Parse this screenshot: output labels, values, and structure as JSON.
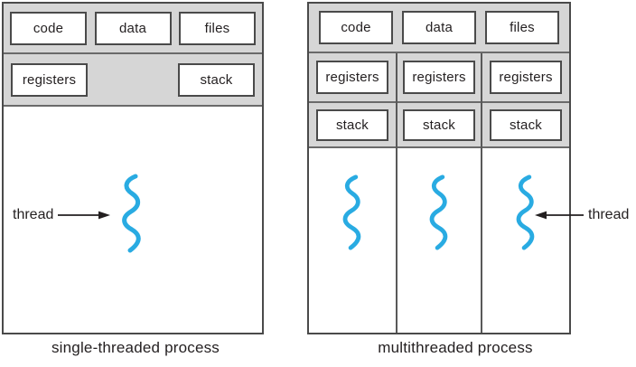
{
  "figure": {
    "left_panel": {
      "caption": "single-threaded process",
      "top_row": [
        "code",
        "data",
        "files"
      ],
      "middle_row": [
        "registers",
        "stack"
      ],
      "annotation": "thread"
    },
    "right_panel": {
      "caption": "multithreaded process",
      "top_row": [
        "code",
        "data",
        "files"
      ],
      "columns": [
        {
          "registers": "registers",
          "stack": "stack"
        },
        {
          "registers": "registers",
          "stack": "stack"
        },
        {
          "registers": "registers",
          "stack": "stack"
        }
      ],
      "annotation": "thread"
    },
    "colors": {
      "thread_wave": "#29abe2",
      "panel_gray": "#d6d6d6",
      "border_dark": "#4a4a4a",
      "arrow_black": "#231f20"
    }
  }
}
